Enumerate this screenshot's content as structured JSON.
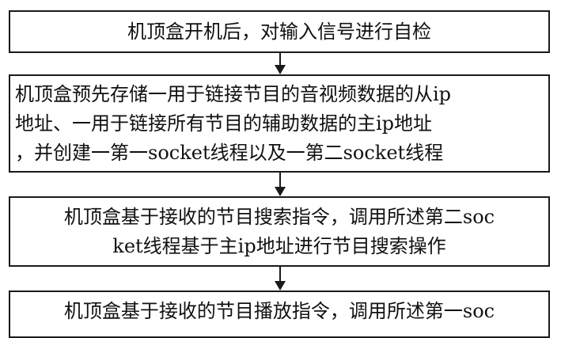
{
  "steps": [
    {
      "lines": [
        "机顶盒开机后，对输入信号进行自检"
      ]
    },
    {
      "lines": [
        "机顶盒预先存储一用于链接节目的音视频数据的从ip",
        "地址、一用于链接所有节目的辅助数据的主ip地址",
        "，并创建一第一socket线程以及一第二socket线程"
      ]
    },
    {
      "lines": [
        "机顶盒基于接收的节目搜索指令，调用所述第二soc",
        "ket线程基于主ip地址进行节目搜索操作"
      ]
    },
    {
      "lines": [
        "机顶盒基于接收的节目播放指令，调用所述第一soc"
      ]
    }
  ],
  "colors": {
    "border": "#1a1a1a",
    "text": "#111111",
    "background": "#ffffff"
  }
}
